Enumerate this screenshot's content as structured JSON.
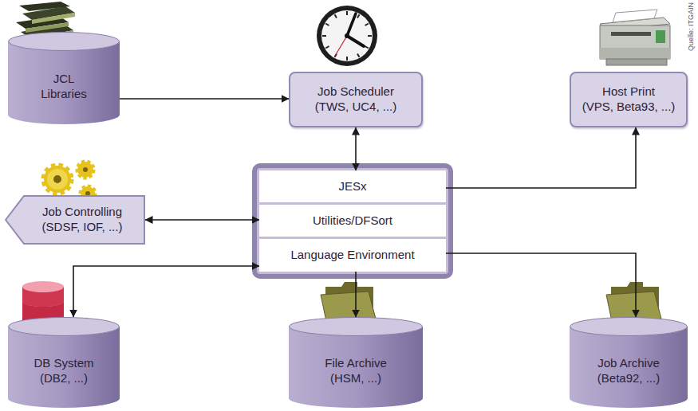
{
  "diagram": {
    "nodes": [
      {
        "text": [
          "JCL Libraries"
        ]
      },
      {
        "text": [
          "Job Scheduler",
          "(TWS, UC4, ...)"
        ]
      },
      {
        "text": [
          "Host Print",
          "(VPS, Beta93, ...)"
        ]
      },
      {
        "text": [
          "Job Controlling",
          "(SDSF, IOF, ...)"
        ]
      },
      {
        "text": [
          "JESx"
        ]
      },
      {
        "text": [
          "Utilities/DFSort"
        ]
      },
      {
        "text": [
          "Language Environment"
        ]
      },
      {
        "text": [
          "DB System",
          "(DB2, ...)"
        ]
      },
      {
        "text": [
          "File Archive",
          "(HSM, ...)"
        ]
      },
      {
        "text": [
          "Job Archive",
          "(Beta92, ...)"
        ]
      }
    ],
    "edges": [
      {
        "from": 0,
        "to": 1,
        "arrow": "to"
      },
      {
        "from": 1,
        "to": 4,
        "arrow": "both"
      },
      {
        "from": 3,
        "to": 5,
        "arrow": "both"
      },
      {
        "from": 4,
        "to": 2,
        "arrow": "to"
      },
      {
        "from": 7,
        "to": 6,
        "arrow": "both"
      },
      {
        "from": 6,
        "to": 8,
        "arrow": "to"
      },
      {
        "from": 6,
        "to": 9,
        "arrow": "to"
      }
    ],
    "labels": [
      "Quelle: ITGAIN"
    ]
  }
}
